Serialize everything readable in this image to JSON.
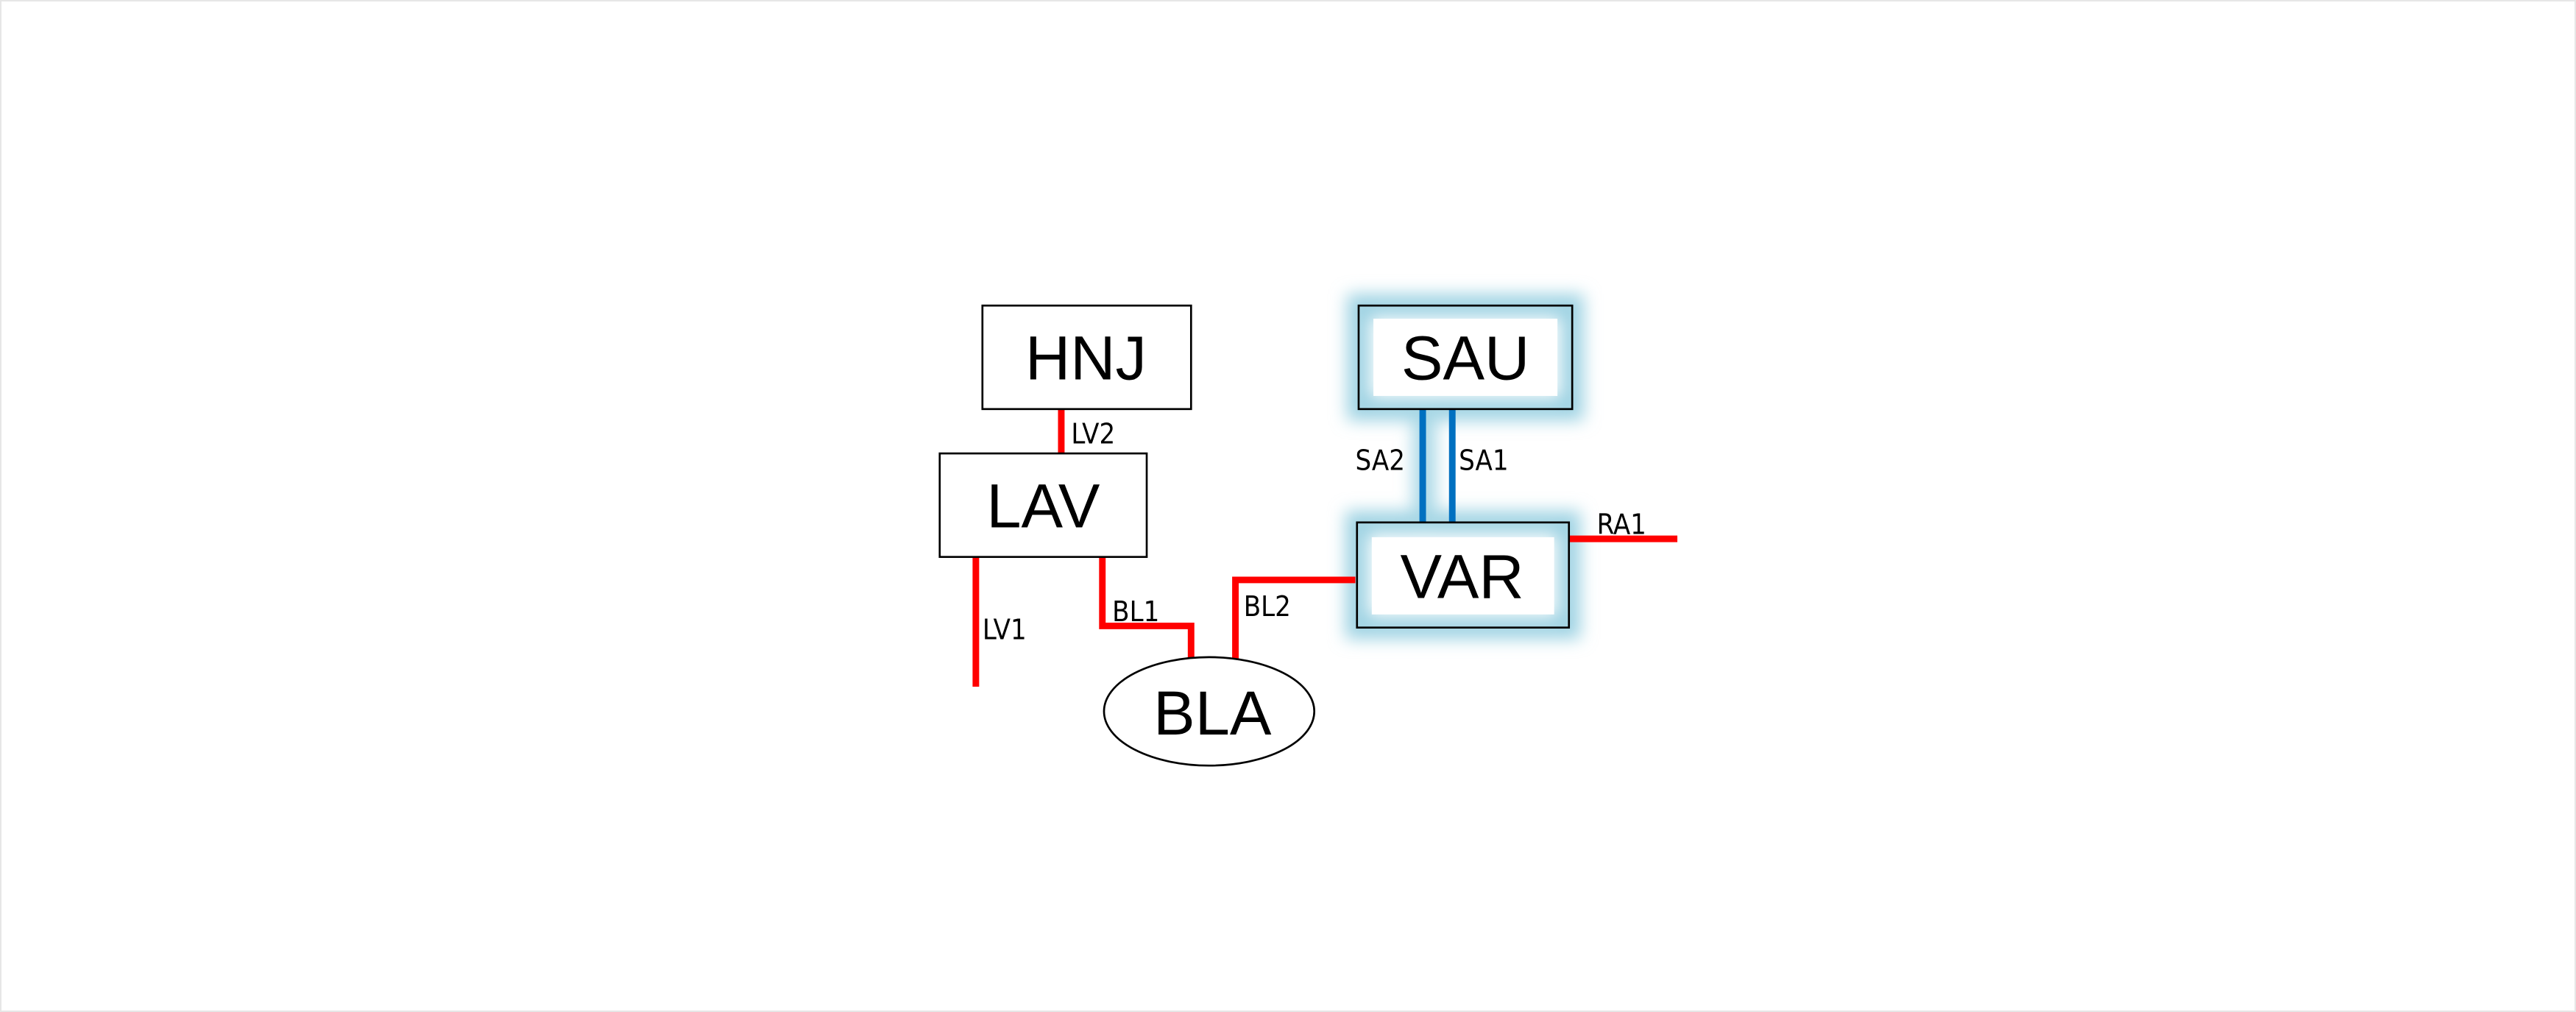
{
  "nodes": {
    "hnj": "HNJ",
    "lav": "LAV",
    "sau": "SAU",
    "var": "VAR",
    "bla": "BLA"
  },
  "edges": {
    "lv2": "LV2",
    "lv1": "LV1",
    "bl1": "BL1",
    "bl2": "BL2",
    "sa2": "SA2",
    "sa1": "SA1",
    "ra1": "RA1"
  },
  "colors": {
    "red_link": "#ff0000",
    "blue_link": "#0070c0",
    "glow": "#9fd3e3"
  }
}
